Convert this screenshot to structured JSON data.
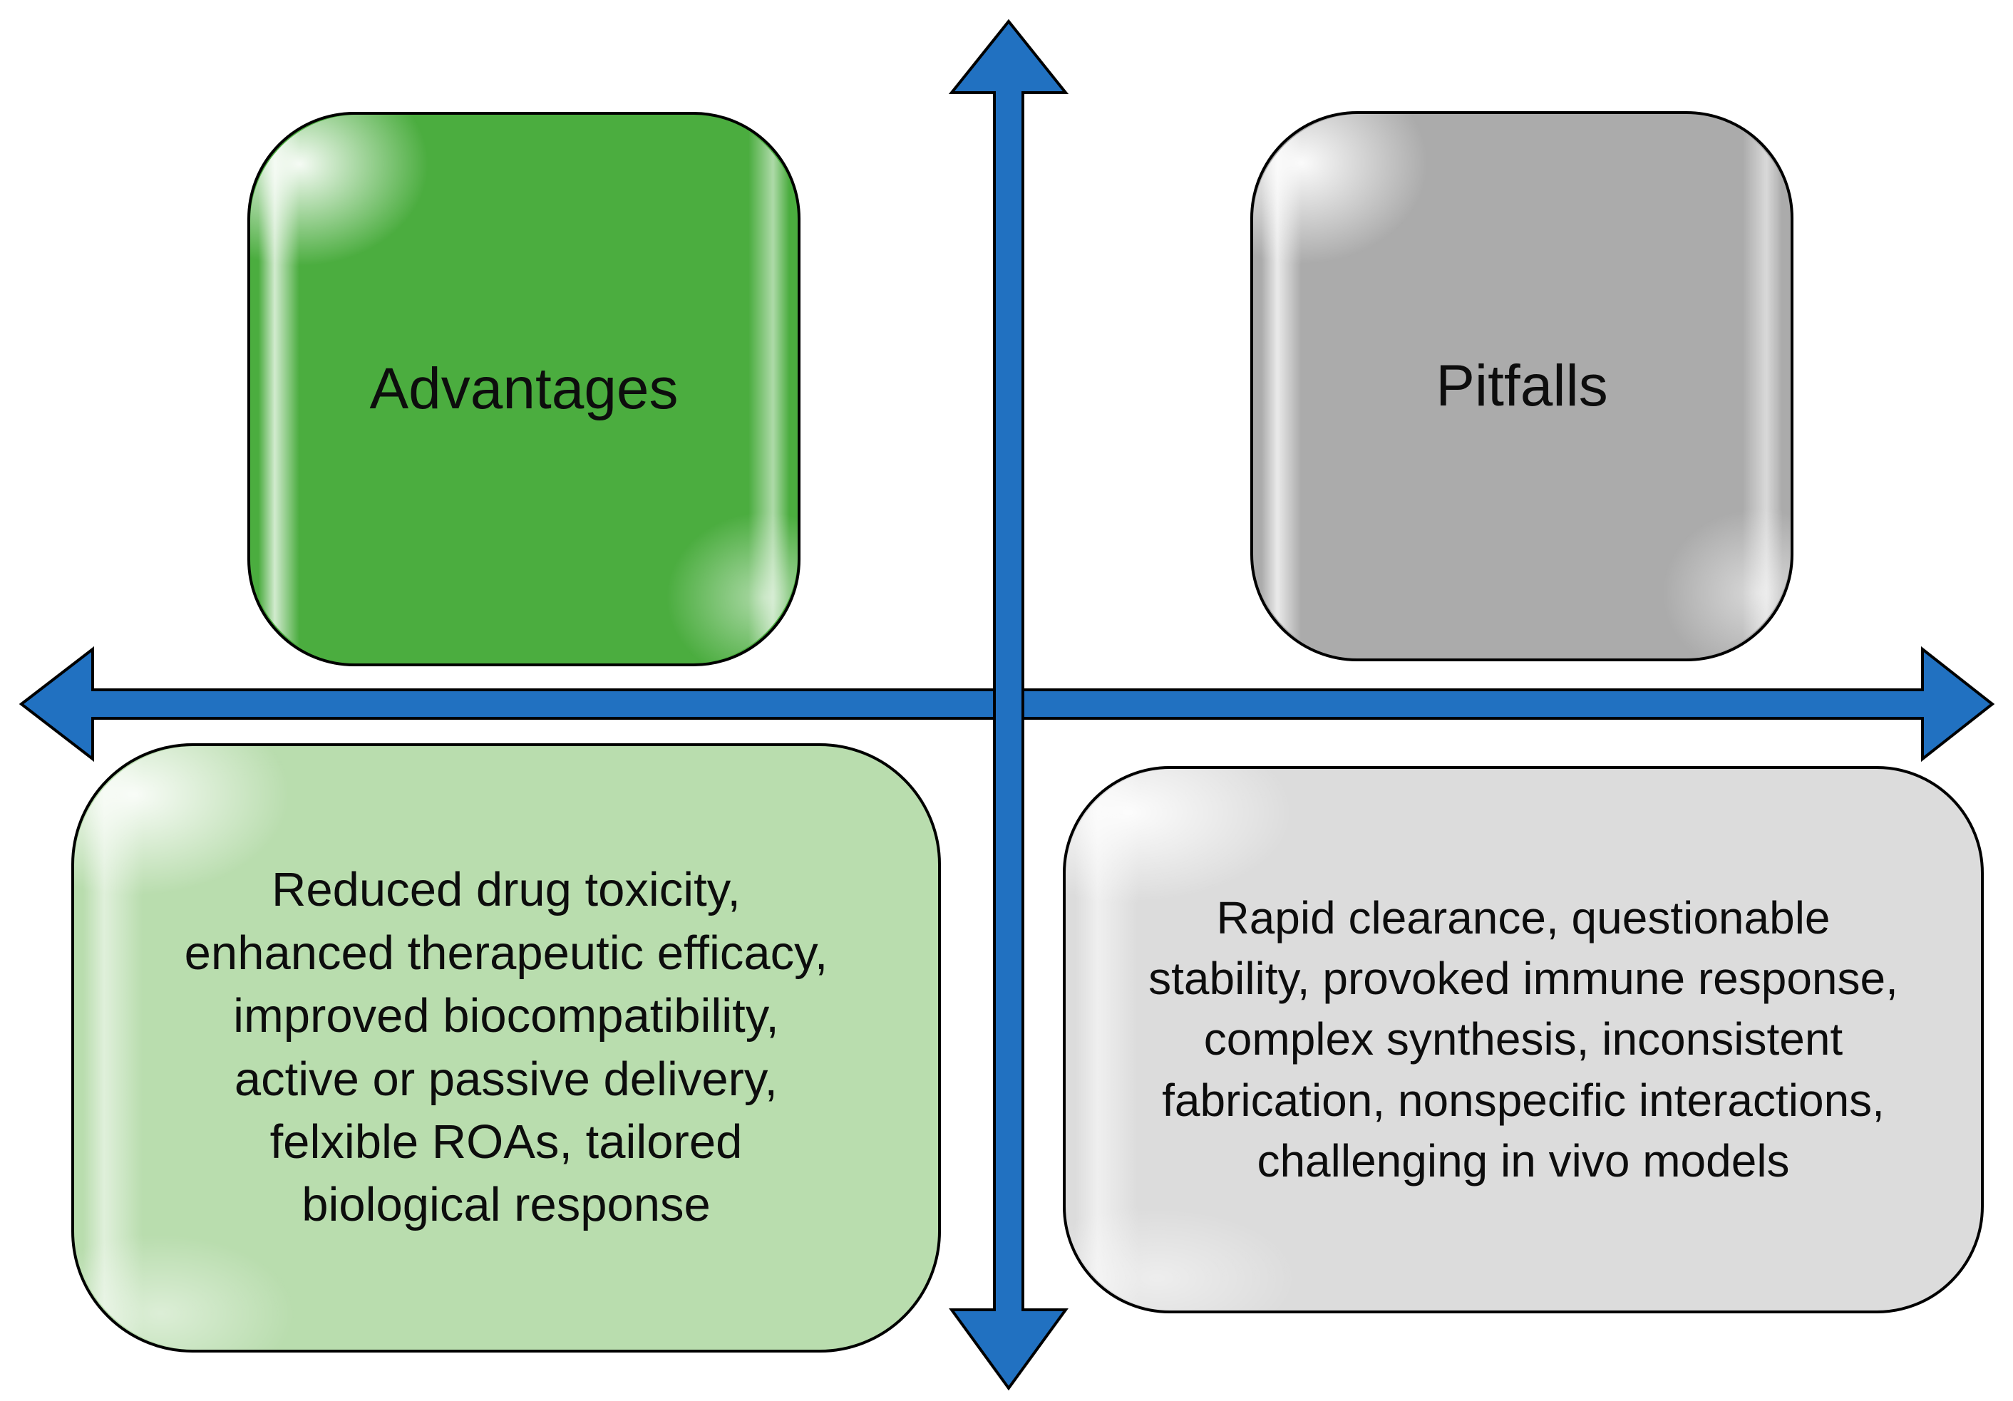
{
  "diagram_type": "quadrant-diagram",
  "axes": {
    "color": "#2171c1",
    "outline_color": "#000000"
  },
  "quadrants": {
    "top_left": {
      "label": "Advantages",
      "fill": "#4bad3f"
    },
    "top_right": {
      "label": "Pitfalls",
      "fill": "#ababab"
    },
    "bottom_left": {
      "text": "Reduced drug toxicity,\nenhanced therapeutic efficacy,\nimproved biocompatibility,\nactive or passive delivery,\nfelxible ROAs, tailored\nbiological response",
      "fill": "#b9ddae"
    },
    "bottom_right": {
      "text": "Rapid clearance, questionable\nstability, provoked immune response,\ncomplex synthesis, inconsistent\nfabrication, nonspecific interactions,\nchallenging in vivo models",
      "fill": "#dcdcdc"
    }
  }
}
